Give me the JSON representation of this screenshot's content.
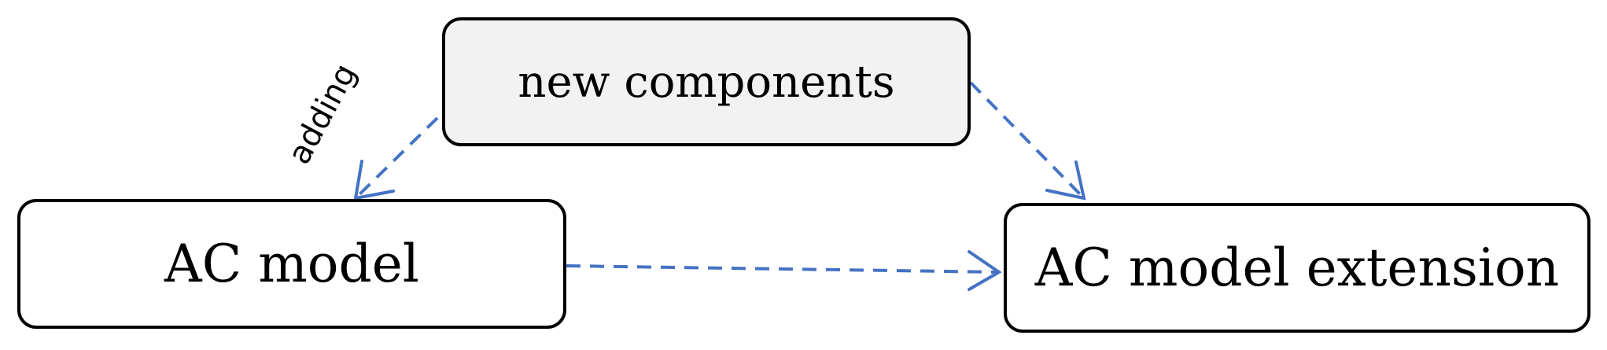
{
  "diagram": {
    "nodes": {
      "new_components": {
        "label": "new components"
      },
      "ac_model": {
        "label": "AC model"
      },
      "ac_model_extension": {
        "label": "AC model extension"
      }
    },
    "edges": [
      {
        "from": "new_components",
        "to": "ac_model",
        "label": "adding",
        "style": "dashed"
      },
      {
        "from": "new_components",
        "to": "ac_model_extension",
        "style": "dashed"
      },
      {
        "from": "ac_model",
        "to": "ac_model_extension",
        "style": "dashed"
      }
    ],
    "colors": {
      "edge": "#4472c4",
      "node_border": "#000000",
      "highlight_fill": "#f2f2f2"
    }
  }
}
